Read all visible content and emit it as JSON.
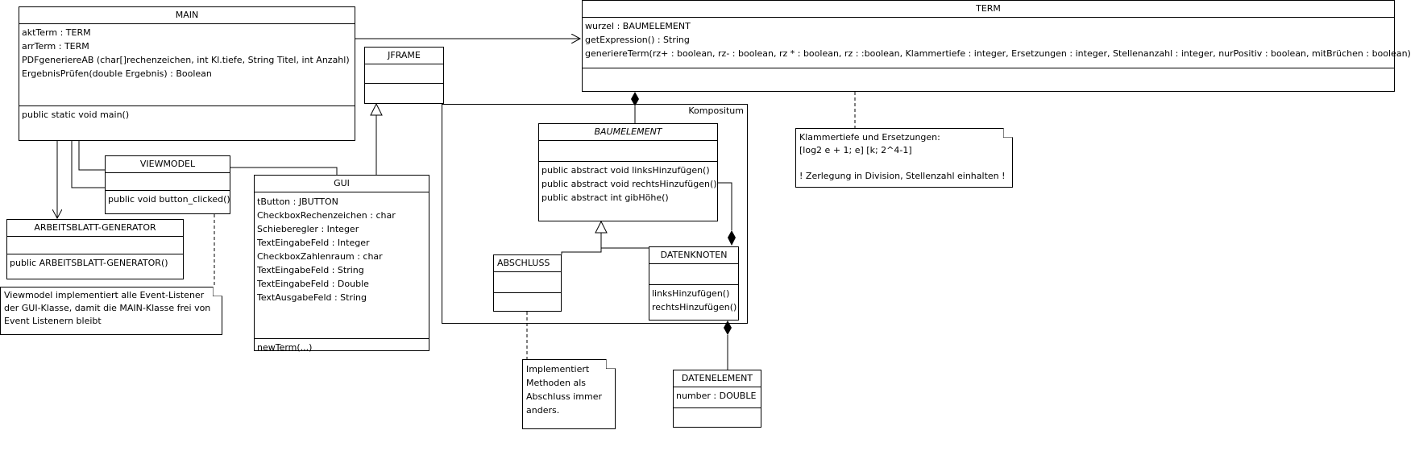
{
  "classes": {
    "main": {
      "name": "MAIN",
      "attributes": [
        "aktTerm : TERM",
        "arrTerm : TERM",
        "PDFgeneriereAB (char[]rechenzeichen, int Kl.tiefe, String Titel, int Anzahl)",
        "ErgebnisPrüfen(double Ergebnis) : Boolean"
      ],
      "operations": [
        "public static void main()"
      ]
    },
    "jframe": {
      "name": "JFRAME"
    },
    "viewmodel": {
      "name": "VIEWMODEL",
      "operations": [
        "public void button_clicked()"
      ]
    },
    "gui": {
      "name": "GUI",
      "attributes": [
        "tButton : JBUTTON",
        "CheckboxRechenzeichen : char",
        "Schieberegler : Integer",
        "TextEingabeFeld : Integer",
        "CheckboxZahlenraum : char",
        "TextEingabeFeld : String",
        "TextEingabeFeld : Double",
        "TextAusgabeFeld : String"
      ],
      "operations": [
        "newTerm(...)"
      ]
    },
    "generator": {
      "name": "ARBEITSBLATT-GENERATOR",
      "operations": [
        "public ARBEITSBLATT-GENERATOR()"
      ]
    },
    "term": {
      "name": "TERM",
      "attributes": [
        "wurzel : BAUMELEMENT",
        "getExpression() : String",
        "generiereTerm(rz+ : boolean, rz- : boolean, rz * : boolean, rz : :boolean, Klammertiefe : integer, Ersetzungen : integer, Stellenanzahl : integer, nurPositiv : boolean, mitBrüchen : boolean)"
      ]
    },
    "baumelement": {
      "name": "BAUMELEMENT",
      "operations": [
        "public abstract void linksHinzufügen()",
        "public abstract void rechtsHinzufügen()",
        "public abstract int gibHöhe()"
      ]
    },
    "abschluss": {
      "name": "ABSCHLUSS"
    },
    "datenknoten": {
      "name": "DATENKNOTEN",
      "operations": [
        "linksHinzufügen()",
        "rechtsHinzufügen()"
      ]
    },
    "datenelement": {
      "name": "DATENELEMENT",
      "attributes": [
        "number : DOUBLE"
      ]
    }
  },
  "frame": {
    "label": "Kompositum"
  },
  "notes": {
    "viewmodel_note": [
      "Viewmodel implementiert alle Event-Listener",
      "der GUI-Klasse, damit die MAIN-Klasse frei von",
      "Event Listenern bleibt"
    ],
    "term_note": [
      "Klammertiefe und Ersetzungen:",
      "[log2 e + 1; e] [k; 2^4-1]",
      "",
      "! Zerlegung in Division, Stellenzahl einhalten !"
    ],
    "abschluss_note": [
      "Implementiert",
      "Methoden als",
      "Abschluss immer",
      "anders."
    ]
  }
}
